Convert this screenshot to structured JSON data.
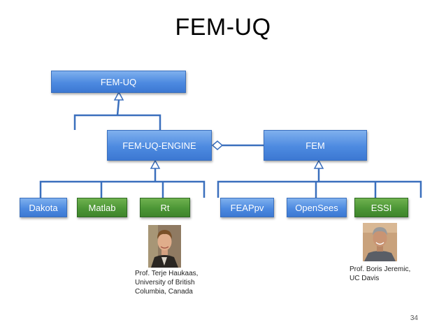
{
  "slide": {
    "title": "FEM-UQ",
    "page_number": "34"
  },
  "boxes": {
    "fem_uq": "FEM-UQ",
    "fem_uq_engine": "FEM-UQ-ENGINE",
    "fem": "FEM",
    "dakota": "Dakota",
    "matlab": "Matlab",
    "rt": "Rt",
    "feappv": "FEAPpv",
    "opensees": "OpenSees",
    "essi": "ESSI"
  },
  "colors": {
    "box_blue": "#4d8ae0",
    "box_green": "#4c9636",
    "connector": "#3a6fbd"
  },
  "people": [
    {
      "caption_lines": [
        "Prof. Terje Haukaas,",
        "University of British",
        "Columbia, Canada"
      ]
    },
    {
      "caption_lines": [
        "Prof. Boris Jeremic,",
        "UC Davis"
      ]
    }
  ]
}
